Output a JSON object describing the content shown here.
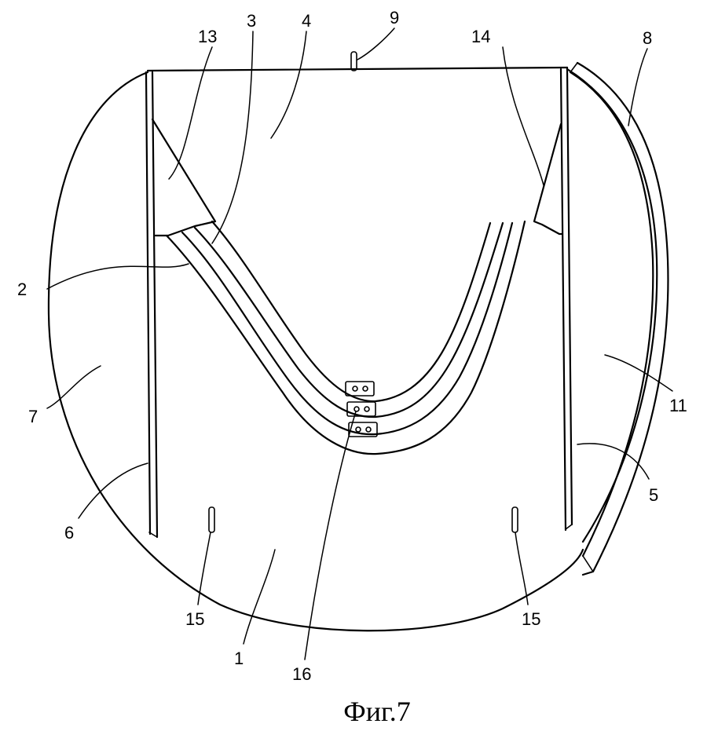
{
  "figure": {
    "caption": "Фиг.7",
    "labels": {
      "l1": "1",
      "l2": "2",
      "l3": "3",
      "l4": "4",
      "l5": "5",
      "l6": "6",
      "l7": "7",
      "l8": "8",
      "l9": "9",
      "l11": "11",
      "l13": "13",
      "l14": "14",
      "l15a": "15",
      "l15b": "15",
      "l16": "16"
    }
  }
}
